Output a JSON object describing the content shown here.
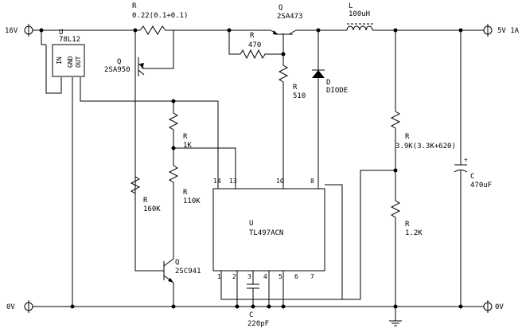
{
  "terminals": {
    "vin": "16V",
    "vout": "5V 1A",
    "gnd_left": "0V",
    "gnd_right": "0V"
  },
  "components": {
    "u_reg": {
      "ref": "U",
      "value": "78L12",
      "pins": [
        "IN",
        "GND",
        "OUT"
      ]
    },
    "r_sense": {
      "ref": "R",
      "value": "0.22(0.1+0.1)"
    },
    "q_2sa950": {
      "ref": "Q",
      "value": "2SA950"
    },
    "q_2sa473": {
      "ref": "Q",
      "value": "2SA473"
    },
    "r_470": {
      "ref": "R",
      "value": "470"
    },
    "r_510": {
      "ref": "R",
      "value": "510"
    },
    "inductor": {
      "ref": "L",
      "value": "100uH"
    },
    "diode": {
      "ref": "D",
      "value": "DIODE"
    },
    "r_1k": {
      "ref": "R",
      "value": "1K"
    },
    "r_110k": {
      "ref": "R",
      "value": "110K"
    },
    "r_160k": {
      "ref": "R",
      "value": "160K"
    },
    "q_2sc941": {
      "ref": "Q",
      "value": "2SC941"
    },
    "u_tl497": {
      "ref": "U",
      "value": "TL497ACN"
    },
    "c_220p": {
      "ref": "C",
      "value": "220pF"
    },
    "r_3k9": {
      "ref": "R",
      "value": "3.9K(3.3K+620)"
    },
    "r_1k2": {
      "ref": "R",
      "value": "1.2K"
    },
    "c_470u": {
      "ref": "C",
      "value": "470uF",
      "polarity": "+"
    }
  },
  "tl497_pins": {
    "top": [
      "14",
      "13",
      "10",
      "8"
    ],
    "bottom": [
      "1",
      "2",
      "3",
      "4",
      "5",
      "6",
      "7"
    ]
  }
}
